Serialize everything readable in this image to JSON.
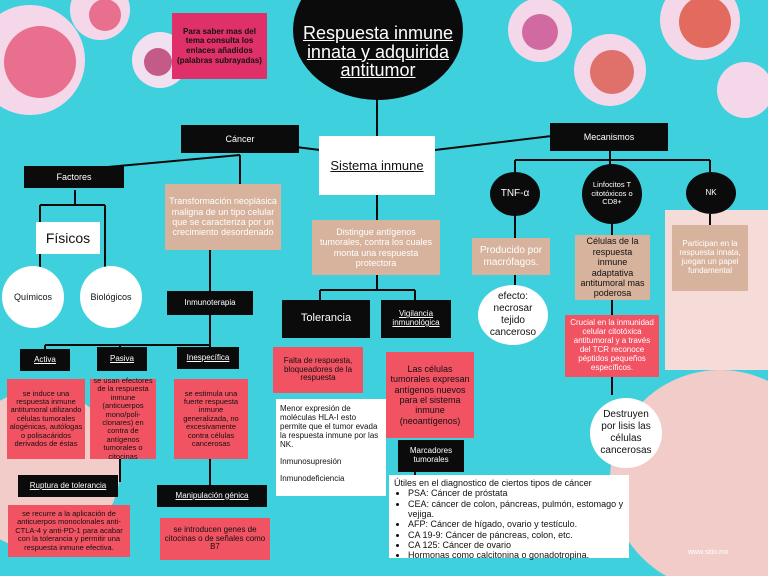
{
  "title": "Respuesta inmune innata y adquirida antitumor",
  "note": "Para saber mas del tema consulta los enlaces añadidos (palabras subrayadas)",
  "central": "Sistema inmune",
  "cancer": {
    "label": "Cáncer",
    "definition": "Transformación neoplásica maligna de un tipo celular que se caracteriza por un crecimiento desordenado",
    "factores": {
      "label": "Factores",
      "fisicos": "Físicos",
      "quimicos": "Químicos",
      "biologicos": "Biológicos"
    },
    "inmunoterapia": {
      "label": "Inmunoterapia",
      "activa": {
        "label": "Activa",
        "desc": "se induce una respuesta inmune antitumoral utilizando células tumorales alogénicas, autólogas o polisacáridos derivados de éstas"
      },
      "pasiva": {
        "label": "Pasiva",
        "desc": "se usan efectores de la respuesta inmune (anticuerpos mono/poli-clonares) en contra de antígenos tumorales o citocinas"
      },
      "inespecifica": {
        "label": "Inespecífica",
        "desc": "se estimula una fuerte respuesta inmune generalizada, no excesivamente contra células cancerosas"
      },
      "ruptura": {
        "label": "Ruptura de tolerancia",
        "desc": "se recurre a la aplicación de anticuerpos monoclonales anti-CTLA-4 y anti-PD-1 para acabar con la tolerancia y permitir una respuesta inmune efectiva."
      },
      "manipulacion": {
        "label": "Manipulación génica",
        "desc": "se introducen genes de citocinas o de señales como B7"
      }
    }
  },
  "sistema": {
    "desc": "Distingue antígenos tumorales, contra los cuales monta una respuesta protectora",
    "tolerancia": {
      "label": "Tolerancia",
      "causa": "Falta de respuesta, bloqueadores de la respuesta",
      "detalle": "Menor expresión de moléculas HLA-I esto permite que el tumor evada la respuesta inmune por las NK.",
      "inmunosupresion": "Inmunosupresión",
      "inmunodeficiencia": "Inmunodeficiencia"
    },
    "vigilancia": {
      "label": "Vigilancia inmunológica",
      "desc": "Las células tumorales expresan antígenos nuevos para el sistema inmune (neoantígenos)",
      "marcadores": "Marcadores tumorales",
      "utiles_title": "Útiles en el diagnostico de ciertos tipos de cáncer",
      "utiles": [
        "PSA: Cáncer de próstata",
        "CEA: cáncer de colon, páncreas, pulmón, estomago y vejiga.",
        "AFP: Cáncer de hígado, ovario y testículo.",
        "CA 19-9: Cáncer de páncreas, colon, etc.",
        "CA 125: Cáncer de ovario",
        "Hormonas como calcitonina o gonadotropina."
      ]
    }
  },
  "mecanismos": {
    "label": "Mecanismos",
    "tnf": {
      "label": "TNF-α",
      "desc": "Producido por macrófagos.",
      "efecto": "efecto: necrosar tejido canceroso"
    },
    "linfocitos": {
      "label": "Linfocitos T citotóxicos o CD8+",
      "desc": "Células de la respuesta inmune adaptativa antitumoral mas poderosa",
      "crucial": "Crucial en la inmunidad celular citotóxica antitumoral y a través del TCR reconoce péptidos pequeños específicos.",
      "destruyen": "Destruyen por lisis las células cancerosas"
    },
    "nk": {
      "label": "NK",
      "desc": "Participan en la respuesta innata, juegan un papel fundamental"
    }
  },
  "watermark": "www.sitio.mx",
  "colors": {
    "background": "#3fd0de",
    "black": "#0b0b0b",
    "red": "#f25363",
    "tan": "#d7b29c",
    "magenta": "#e0306a"
  }
}
